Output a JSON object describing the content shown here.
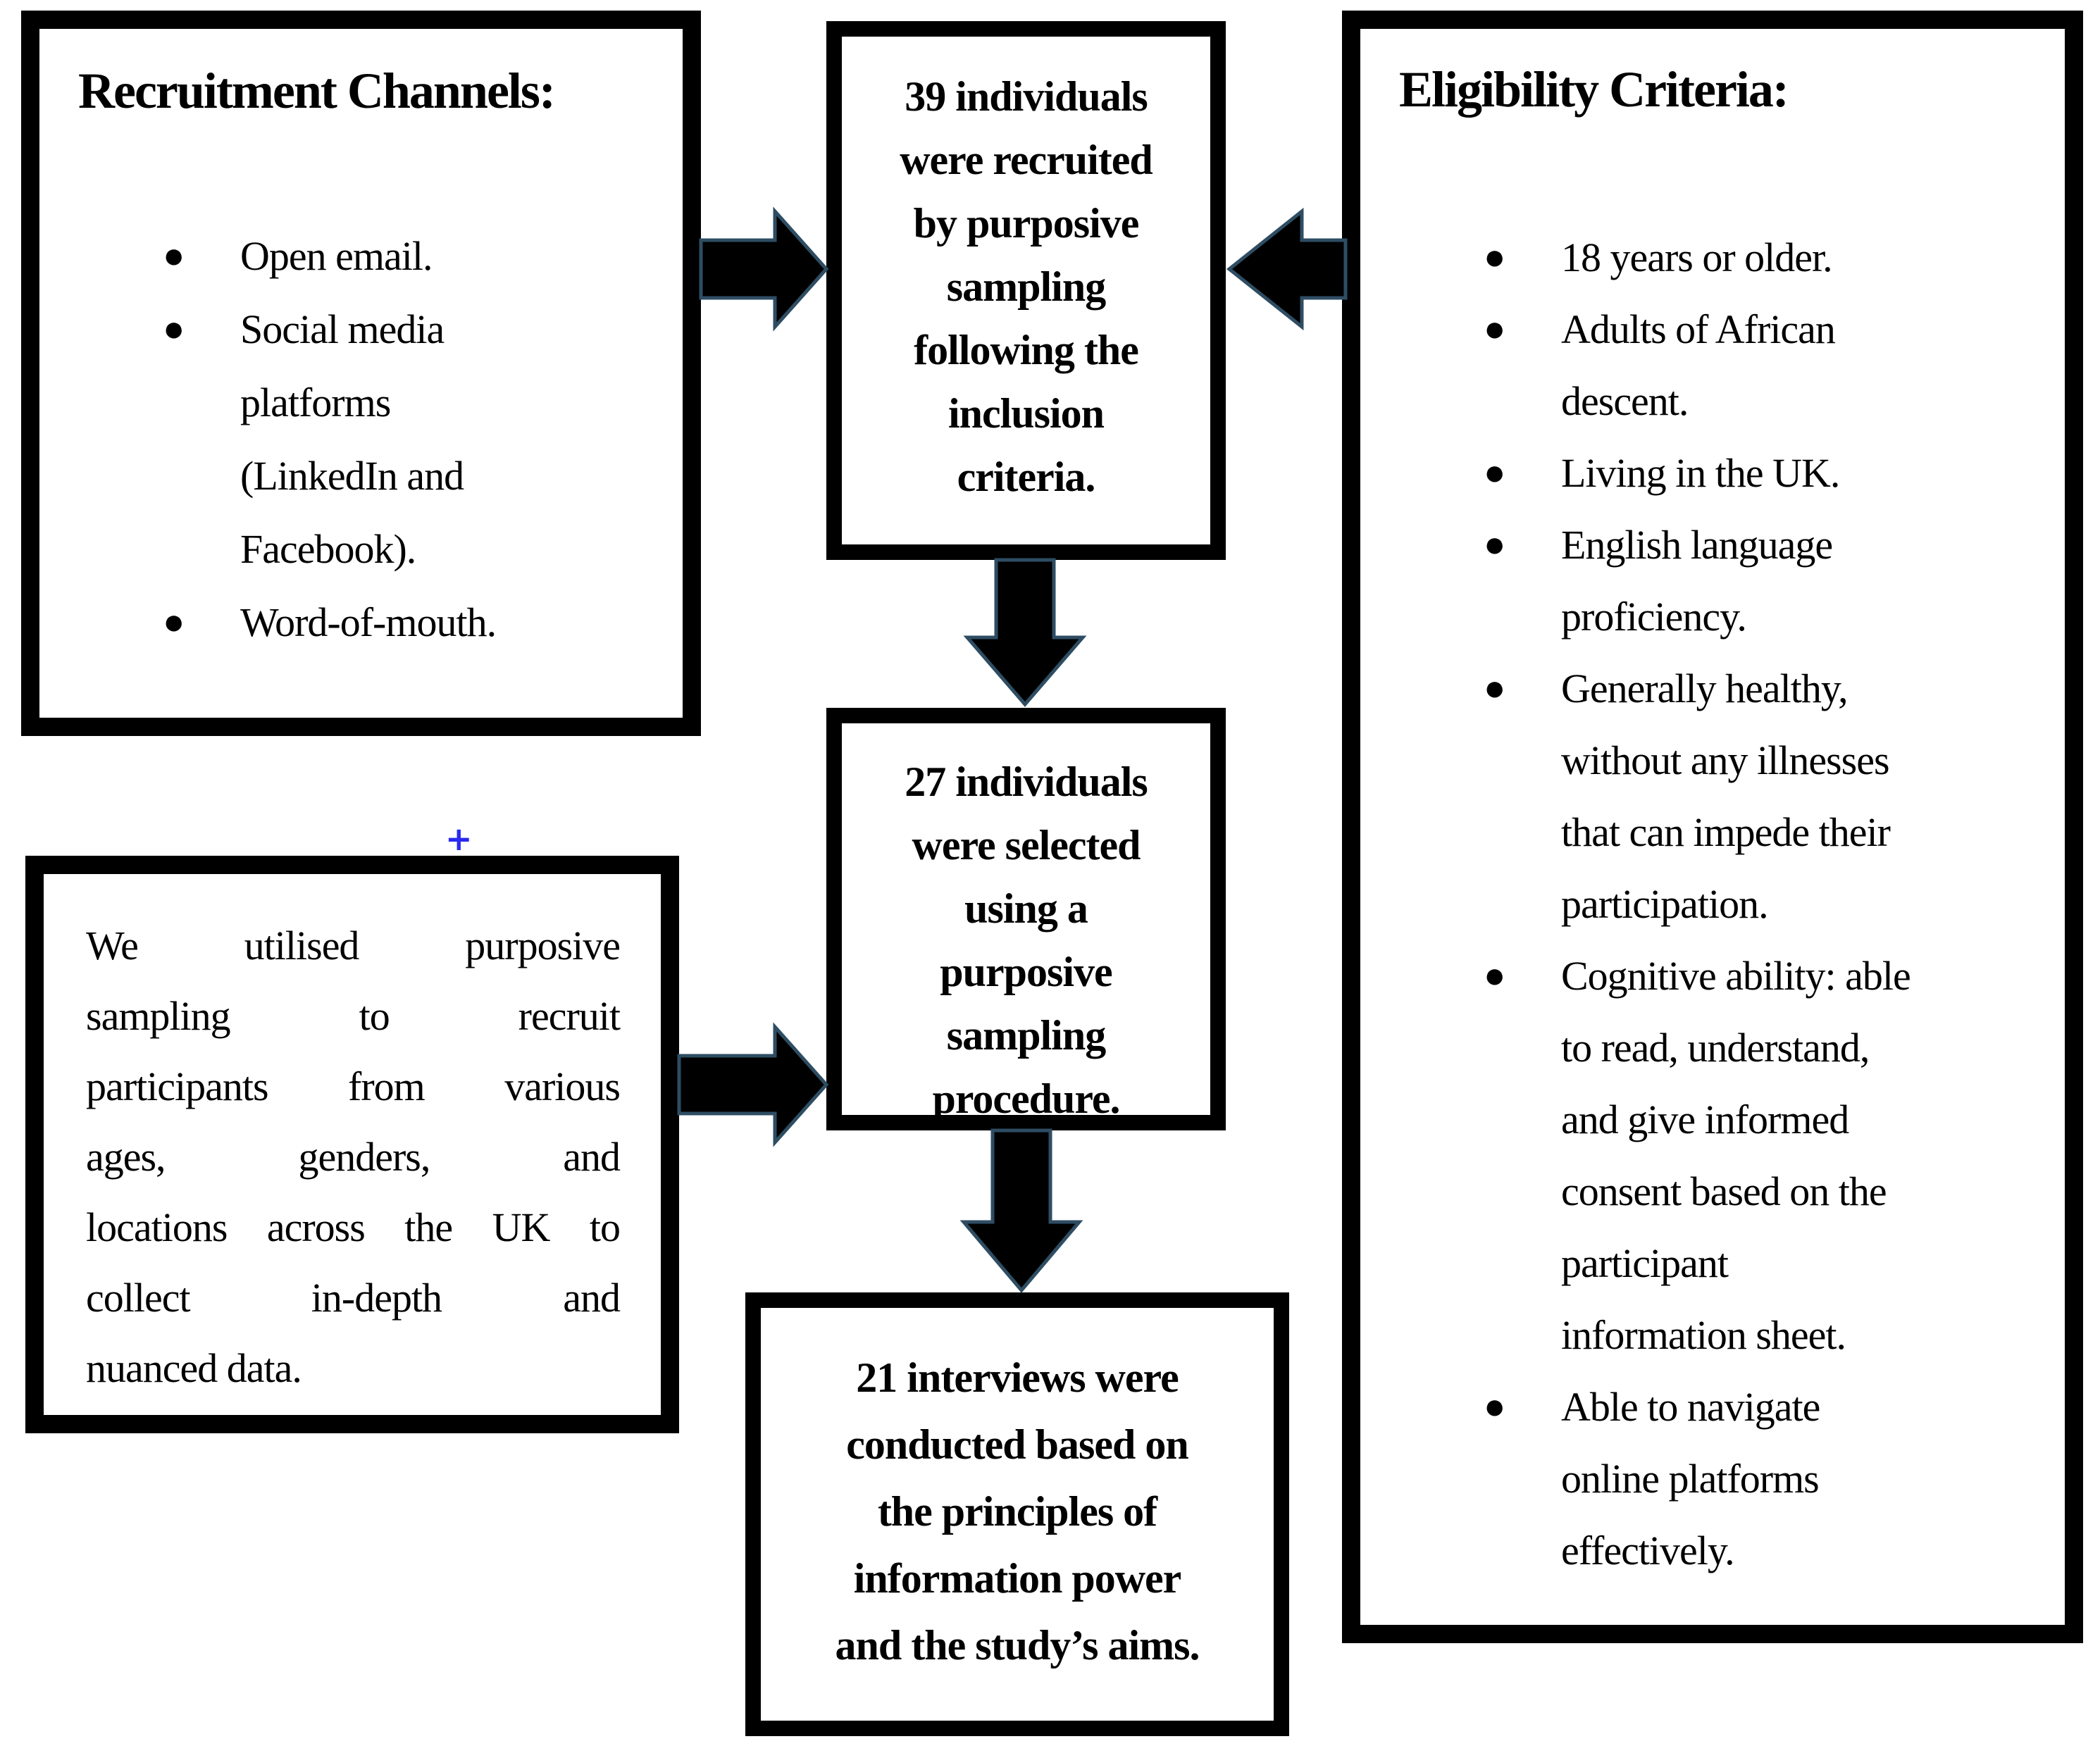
{
  "diagram": {
    "title_semantic": "participant recruitment flowchart",
    "colors": {
      "border": "#000000",
      "arrow_fill": "#000000",
      "arrow_edge": "#2e4d63",
      "annotation": "#2a2af0"
    },
    "bullet_glyph": "●",
    "annotation_mark": "+",
    "recruitment_box": {
      "heading": "Recruitment Channels:",
      "items": [
        "Open email.",
        "Social media\nplatforms\n(LinkedIn and\nFacebook).",
        "Word-of-mouth."
      ]
    },
    "paragraph_box": {
      "lines": [
        "We utilised purposive",
        "sampling to recruit",
        "participants from various",
        "ages, genders, and",
        "locations across the UK to",
        "collect in-depth and",
        "nuanced data."
      ]
    },
    "recruited_box": {
      "text": "39 individuals\nwere recruited\nby purposive\nsampling\nfollowing the\ninclusion\ncriteria."
    },
    "selected_box": {
      "text": "27 individuals\nwere selected\nusing a\npurposive\nsampling\nprocedure."
    },
    "interviews_box": {
      "text": "21 interviews were\nconducted based on\nthe principles of\ninformation power\nand the study’s aims."
    },
    "eligibility_box": {
      "heading": "Eligibility Criteria:",
      "items": [
        "18 years or older.",
        "Adults of African\ndescent.",
        "Living in the UK.",
        "English language\nproficiency.",
        "Generally healthy,\nwithout any illnesses\nthat can impede their\nparticipation.",
        "Cognitive ability: able\nto read, understand,\nand give informed\nconsent based on the\nparticipant\ninformation sheet.",
        "Able to navigate\nonline platforms\neffectively."
      ]
    }
  }
}
